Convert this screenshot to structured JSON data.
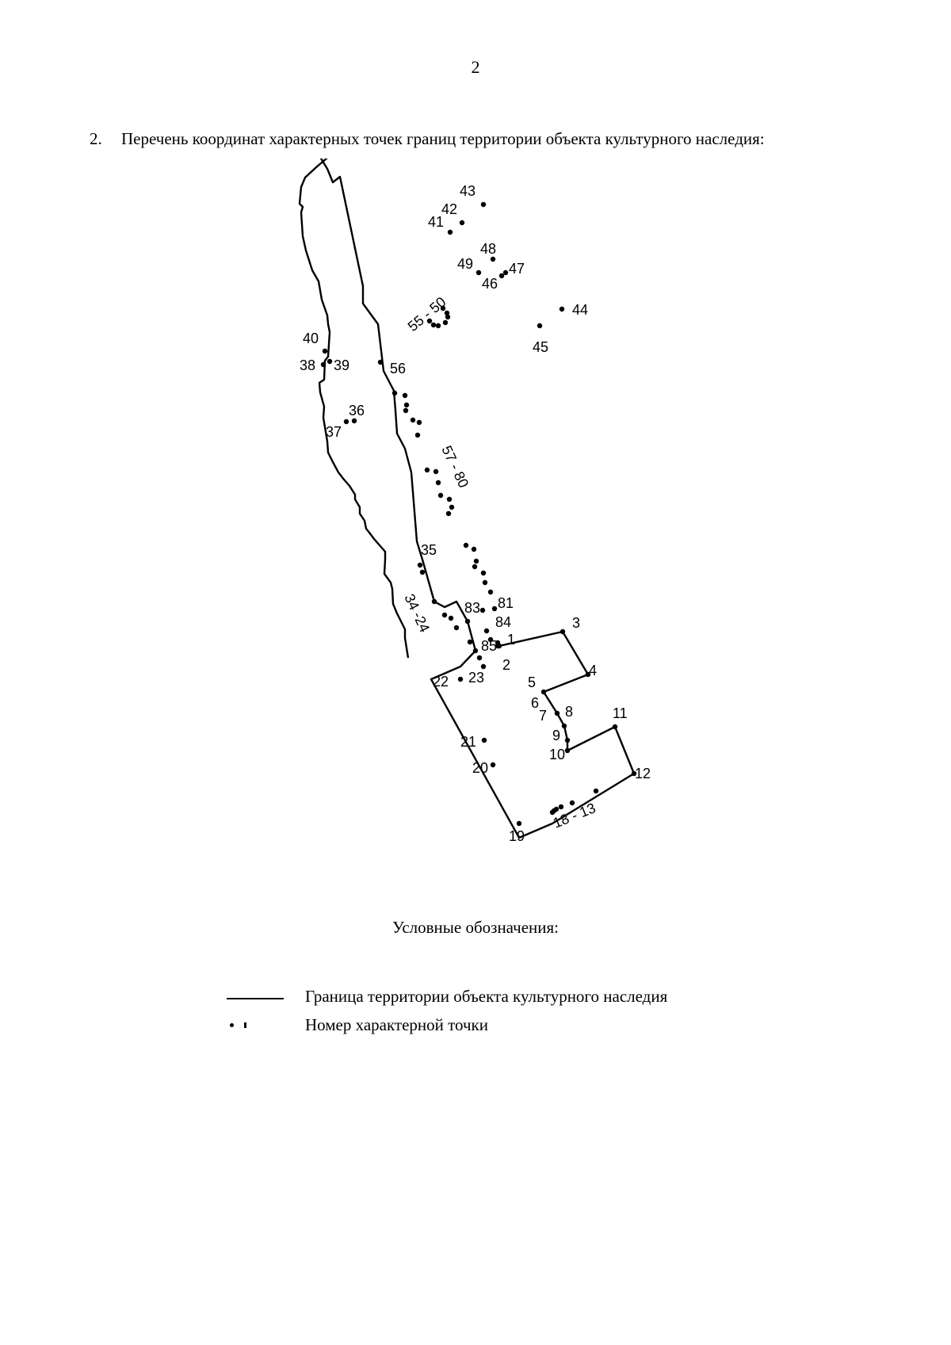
{
  "page_number": "2",
  "heading": {
    "number": "2.",
    "text": "Перечень координат характерных точек границ территории объекта культурного наследия:"
  },
  "scheme": {
    "point_labels": [
      "1",
      "2",
      "3",
      "4",
      "5",
      "6",
      "7",
      "8",
      "9",
      "10",
      "11",
      "12",
      "18 - 13",
      "19",
      "20",
      "21",
      "22",
      "23",
      "34 -24",
      "35",
      "36",
      "37",
      "38",
      "39",
      "40",
      "41",
      "42",
      "43",
      "44",
      "45",
      "46",
      "47",
      "48",
      "49",
      "55 - 50",
      "56",
      "57 - 80",
      "81",
      "83",
      "84",
      "85"
    ]
  },
  "legend": {
    "title": "Условные обозначения:",
    "items": [
      {
        "label": "Граница территории объекта культурного наследия"
      },
      {
        "label": "Номер характерной точки"
      }
    ]
  }
}
